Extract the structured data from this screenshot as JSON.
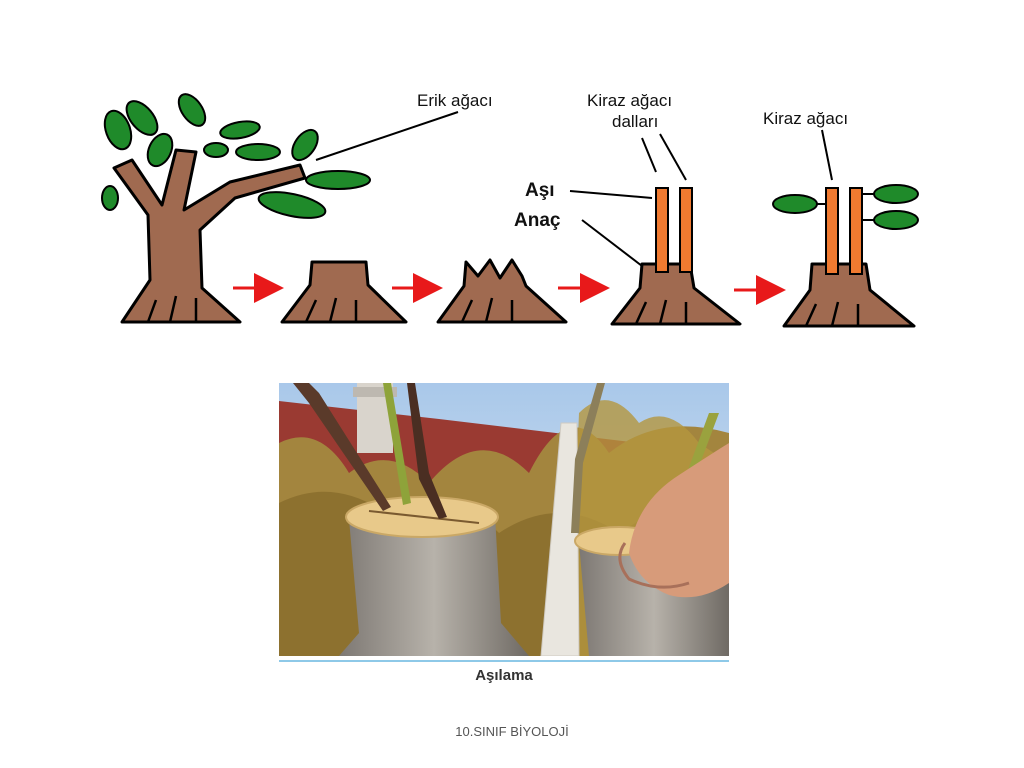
{
  "diagram": {
    "labels": {
      "plum_tree": "Erik ağacı",
      "cherry_branches_line1": "Kiraz ağacı",
      "cherry_branches_line2": "dalları",
      "scion": "Aşı",
      "rootstock": "Anaç",
      "cherry_tree": "Kiraz ağacı"
    },
    "steps": [
      "plum-tree",
      "cut-stump",
      "notched-stump",
      "stump-with-scions",
      "grafted-cherry-tree"
    ],
    "colors": {
      "trunk": "#a06a50",
      "leaf": "#1f8a2a",
      "scion": "#f07a30",
      "arrow": "#e8191a"
    },
    "icons": [
      "arrow-right-icon"
    ]
  },
  "photo": {
    "caption": "Aşılama"
  },
  "footer": {
    "text": "10.SINIF BİYOLOJİ"
  }
}
